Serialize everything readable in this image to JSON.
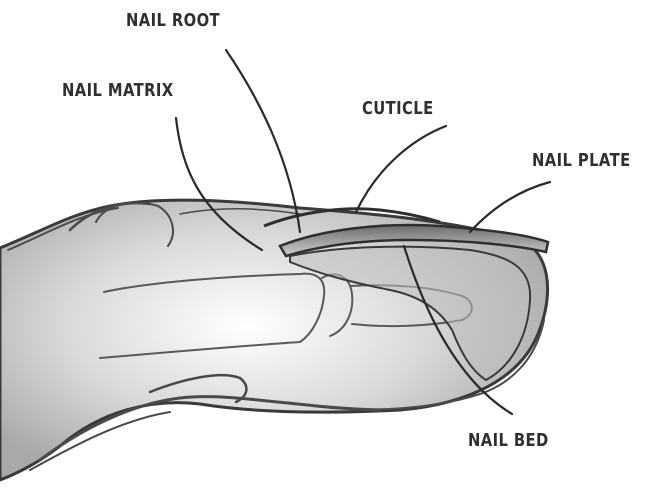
{
  "labels": {
    "nail_root": "NAIL ROOT",
    "nail_matrix": "NAIL MATRIX",
    "cuticle": "CUTICLE",
    "nail_plate": "NAIL PLATE",
    "nail_bed": "NAIL BED"
  },
  "colors": {
    "ink": "#2f2f2f",
    "shade": "#c9c9c9",
    "background": "#ffffff"
  }
}
